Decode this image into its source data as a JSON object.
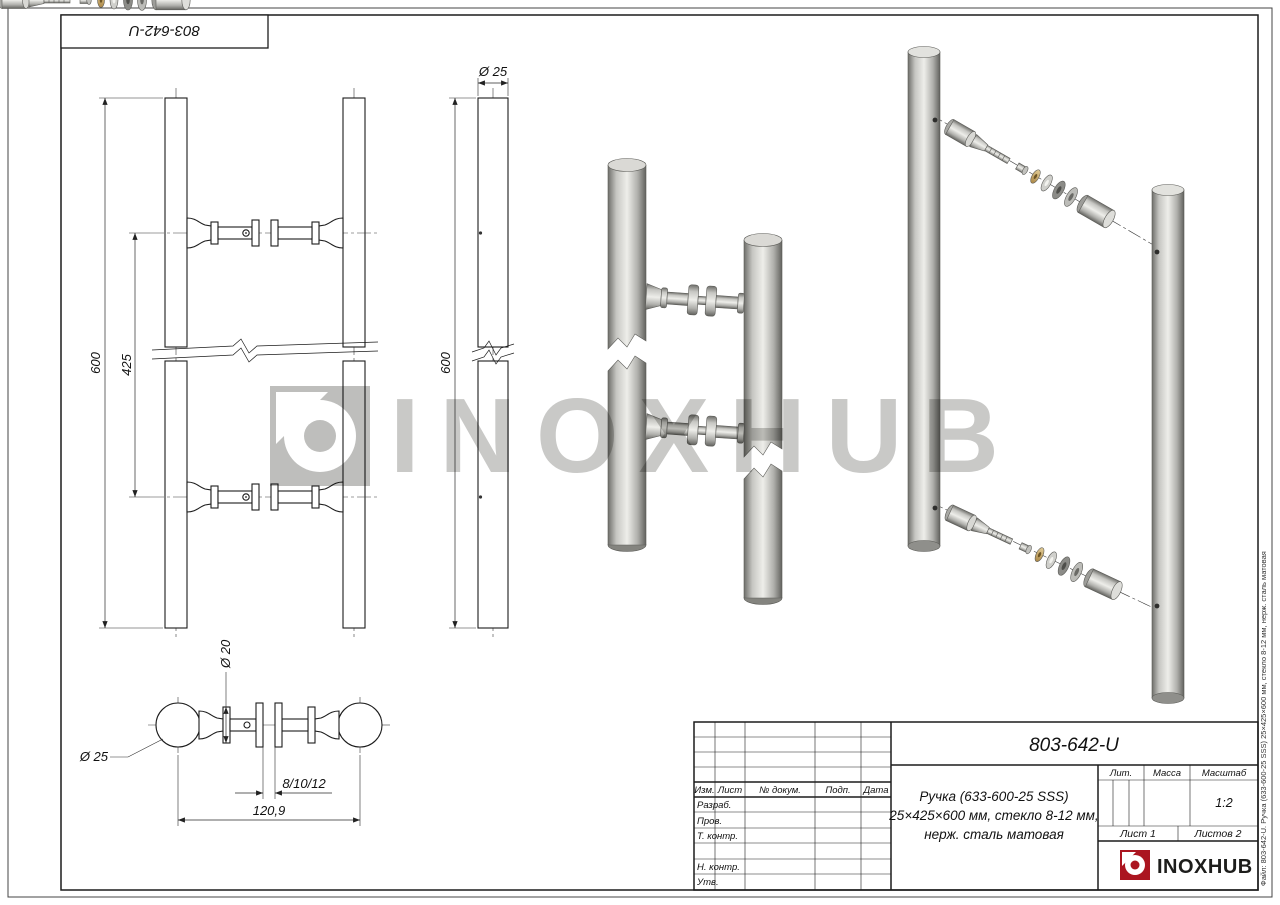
{
  "sheet": {
    "corner_stamp": "803-642-U",
    "side_note": "Файл: 803-642-U. Ручка (633-600-25 SSS) 25×425×600 мм, стекло 8-12 мм, нерж. сталь матовая"
  },
  "watermark": {
    "brand": "INOXHUB"
  },
  "views": {
    "front": {
      "height": "600",
      "centers": "425"
    },
    "side": {
      "diameter": "Ø 25",
      "height": "600"
    },
    "plan": {
      "collar_diameter": "Ø 20",
      "tube_diameter": "Ø 25",
      "glass_range": "8/10/12",
      "width": "120,9"
    }
  },
  "title_block": {
    "doc_number": "803-642-U",
    "name_line1": "Ручка (633-600-25 SSS)",
    "name_line2": "25×425×600 мм, стекло 8-12 мм,",
    "name_line3": "нерж. сталь матовая",
    "col_izm": "Изм.",
    "col_list": "Лист",
    "col_doc": "№ докум.",
    "col_podp": "Подп.",
    "col_data": "Дата",
    "row_razrab": "Разраб.",
    "row_prov": "Пров.",
    "row_tkontr": "Т. контр.",
    "row_nkontr": "Н. контр.",
    "row_utv": "Утв.",
    "lit": "Лит.",
    "massa": "Масса",
    "masshtab": "Масштаб",
    "scale_value": "1:2",
    "sheet_no": "Лист 1",
    "sheets_total": "Листов 2",
    "brand": "INOXHUB"
  }
}
